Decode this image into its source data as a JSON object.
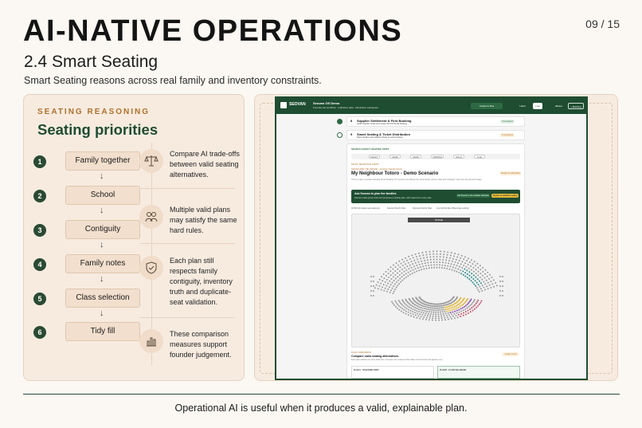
{
  "header": {
    "title": "AI-NATIVE OPERATIONS",
    "page_number": "09 / 15",
    "subtitle": "2.4 Smart Seating",
    "description": "Smart Seating reasons across real family and inventory constraints."
  },
  "left": {
    "label": "SEATING REASONING",
    "title": "Seating priorities",
    "steps": [
      {
        "num": "1",
        "label": "Family together"
      },
      {
        "num": "2",
        "label": "School"
      },
      {
        "num": "3",
        "label": "Contiguity"
      },
      {
        "num": "4",
        "label": "Family notes"
      },
      {
        "num": "5",
        "label": "Class selection"
      },
      {
        "num": "6",
        "label": "Tidy fill"
      }
    ],
    "reasons": [
      {
        "icon": "scales-icon",
        "text": "Compare AI trade-offs between valid seating alternatives."
      },
      {
        "icon": "people-icon",
        "text": "Multiple valid plans may satisfy the same hard rules."
      },
      {
        "icon": "shield-check-icon",
        "text": "Each plan still respects family contiguity, inventory truth and duplicate-seat validation."
      },
      {
        "icon": "bar-chart-icon",
        "text": "These comparison measures support founder judgement."
      }
    ]
  },
  "app": {
    "logo": "SEOVAN",
    "app_name": "Seovan OS Demo",
    "app_sub": "Founder-led workflow · Indicative data · Illustrative workspace",
    "user_badge": "Invited to Bus",
    "btn_1": "Label",
    "btn_2": "Live",
    "btn_3": "+Reset",
    "btn_4": "+ Booking",
    "step1_title": "Supplier Settlement & First Booking",
    "step1_sub": "Settle supplier funds and create the first family booking.",
    "step1_chip": "Completed",
    "step2_title": "Smart Seating & Ticket Distribution",
    "step2_sub": "Place families and release tickets to each booking.",
    "step2_chip": "In progress",
    "smart_link": "SEARCH ABOUT SEATING FIRST",
    "filter_chips": [
      "DRAFT",
      "SEND",
      "SEND",
      "VIEWING",
      "SOLD",
      "LIVE"
    ],
    "stage_label": "MOST SENSITIVE FIRST",
    "show_label": "SHOW AND TIE VENUE · Feature Family Rows",
    "show_title": "My Neighbour Totoro - Demo Scenario",
    "show_chip": "Ready for allocation",
    "show_desc": "This is a demo scenario showing Smart Seating. The system now follows the same family, school, class and contiguity rules from the previous stage.",
    "ask_title": "Ask Seovan to plan the families",
    "ask_sub": "Seovan reads group notes and proposes a seating plan, with reasons for every seat.",
    "ask_btn_1": "Ask Seovan to the smallest valid plan",
    "ask_btn_2": "Replace at validation seating",
    "legend": [
      "All 99 Pods (spare seat assigned)",
      "Selected Family Stats",
      "Reviewed Family Stats",
      "Low-hold families (Mixed-Age seating)"
    ],
    "stage": "STAGE",
    "compare_label": "PLAN COMPARISON",
    "compare_title": "Compare valid seating alternatives",
    "compare_sub": "Each plan satisfies the same hard rules. Compare the measures that matter to the founder and approve one.",
    "compare_chip": "4 plans to test",
    "plan_a": "PLAN A · TOGETHER FIRST",
    "plan_b": "PLAN B · CLASS BALANCED"
  },
  "footer": "Operational AI is useful when it produces a valid, explainable plan.",
  "colors": {
    "brand_green": "#1f4d31",
    "accent_orange": "#b0702a",
    "panel_bg": "#f7ebe0",
    "seat_gray": "#9a9a9a",
    "seat_yellow": "#e3b93c",
    "seat_purple": "#8a4bb3",
    "seat_teal": "#2d8a8a",
    "seat_red": "#c8506a"
  }
}
